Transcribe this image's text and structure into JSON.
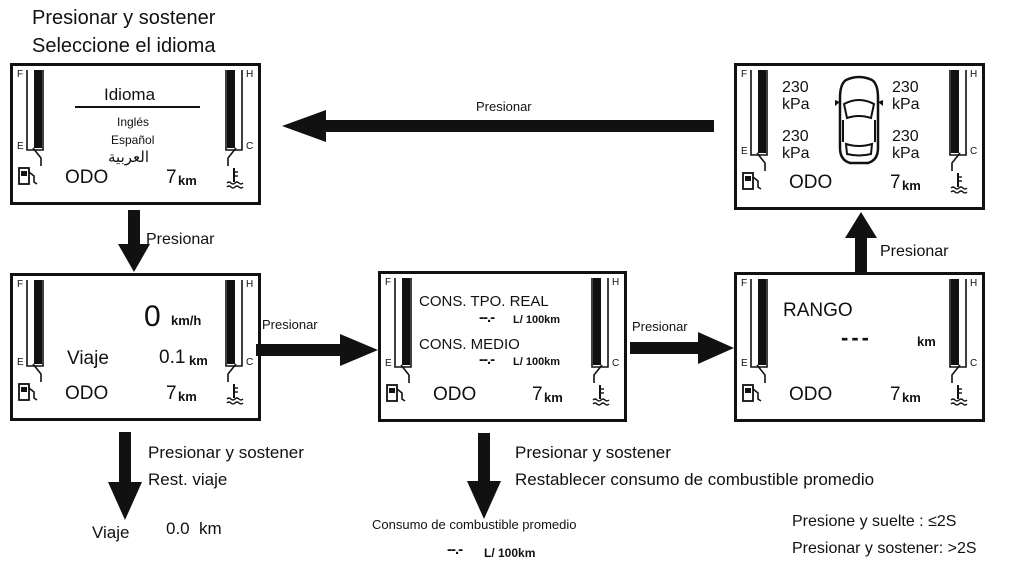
{
  "header": {
    "line1": "Presionar y sostener",
    "line2": "Seleccione el idioma"
  },
  "gauge_labels": {
    "fuel_full": "F",
    "fuel_empty": "E",
    "temp_hot": "H",
    "temp_cold": "C"
  },
  "odo": {
    "label": "ODO",
    "value": "7",
    "unit": "km"
  },
  "panel_language": {
    "title": "Idioma",
    "options": [
      "Inglés",
      "Español",
      "العربية"
    ]
  },
  "panel_speed": {
    "speed_value": "0",
    "speed_unit": "km/h",
    "trip_label": "Viaje",
    "trip_value": "0.1",
    "trip_unit": "km"
  },
  "panel_consumption": {
    "realtime_label": "CONS. TPO. REAL",
    "realtime_value": "--.-",
    "realtime_unit": "L/ 100km",
    "average_label": "CONS. MEDIO",
    "average_value": "--.-",
    "average_unit": "L/ 100km"
  },
  "panel_range": {
    "label": "RANGO",
    "value": "---",
    "unit": "km"
  },
  "panel_tire": {
    "pressures": [
      {
        "value": "230",
        "unit": "kPa"
      },
      {
        "value": "230",
        "unit": "kPa"
      },
      {
        "value": "230",
        "unit": "kPa"
      },
      {
        "value": "230",
        "unit": "kPa"
      }
    ]
  },
  "arrows": {
    "press": "Presionar",
    "hold_reset_trip_1": "Presionar y sostener",
    "hold_reset_trip_2": "Rest. viaje",
    "hold_reset_avg_1": "Presionar y sostener",
    "hold_reset_avg_2": "Restablecer consumo de combustible promedio"
  },
  "results": {
    "trip_label": "Viaje",
    "trip_value": "0.0",
    "trip_unit": "km",
    "avg_label": "Consumo de combustible promedio",
    "avg_value": "--.-",
    "avg_unit": "L/ 100km"
  },
  "legend": {
    "short_press": "Presione y suelte : ≤2S",
    "long_press": "Presionar y sostener: >2S"
  }
}
